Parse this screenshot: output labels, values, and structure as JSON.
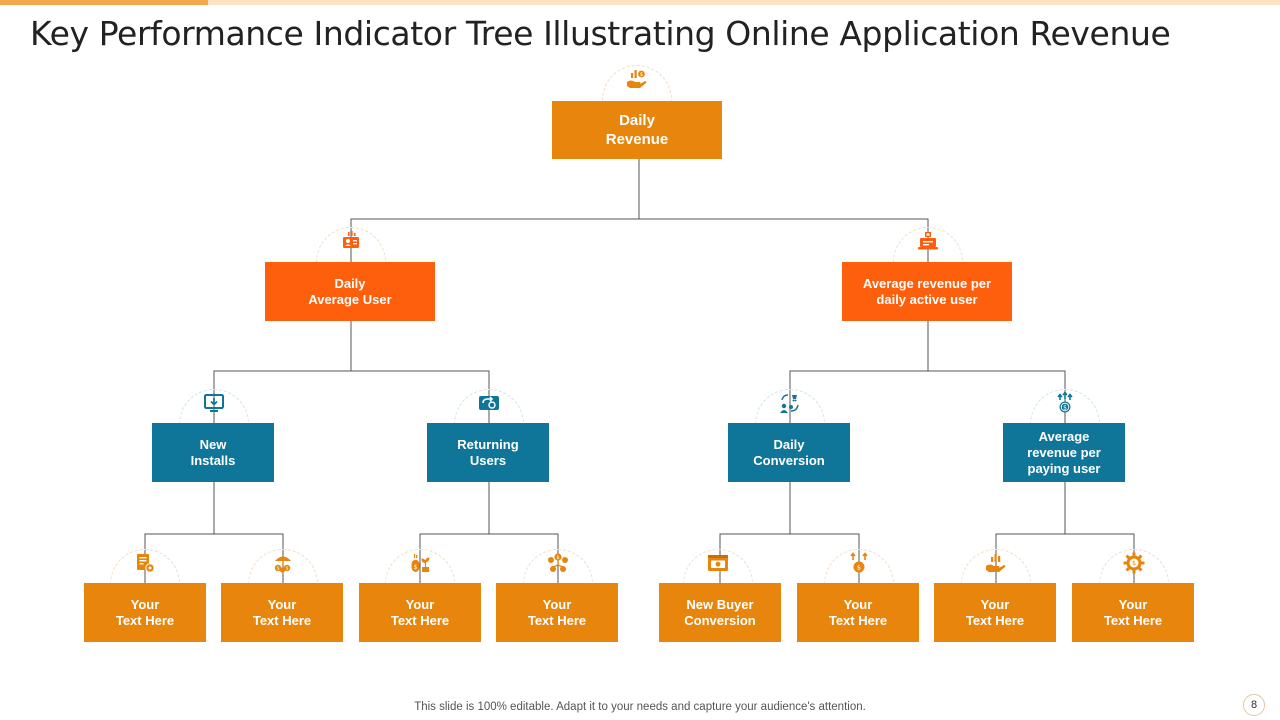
{
  "title": "Key Performance Indicator Tree Illustrating Online Application Revenue",
  "colors": {
    "orange": "#e8850c",
    "red_orange": "#fd5f0c",
    "teal": "#0f7699",
    "connector": "#555555"
  },
  "tree": {
    "root": {
      "label": "Daily\nRevenue",
      "icon": "revenue-hand-icon"
    },
    "level1": [
      {
        "label": "Daily\nAverage User",
        "icon": "user-analytics-icon"
      },
      {
        "label": "Average revenue per\ndaily active user",
        "icon": "laptop-revenue-icon"
      }
    ],
    "level2": [
      {
        "label": "New\nInstalls",
        "icon": "download-monitor-icon"
      },
      {
        "label": "Returning\nUsers",
        "icon": "return-arrow-icon"
      },
      {
        "label": "Daily\nConversion",
        "icon": "user-cart-cycle-icon"
      },
      {
        "label": "Average\nrevenue per\npaying user",
        "icon": "coin-growth-icon"
      }
    ],
    "level3": [
      {
        "label": "Your\nText Here",
        "icon": "document-gear-icon"
      },
      {
        "label": "Your\nText Here",
        "icon": "umbrella-coins-icon"
      },
      {
        "label": "Your\nText Here",
        "icon": "money-bag-plant-icon"
      },
      {
        "label": "Your\nText Here",
        "icon": "dollar-network-icon"
      },
      {
        "label": "New Buyer\nConversion",
        "icon": "browser-money-icon"
      },
      {
        "label": "Your\nText Here",
        "icon": "coin-arrows-icon"
      },
      {
        "label": "Your\nText Here",
        "icon": "hand-chart-icon"
      },
      {
        "label": "Your\nText Here",
        "icon": "gear-money-icon"
      }
    ]
  },
  "footer": "This slide is 100% editable. Adapt it to your needs and capture your audience's attention.",
  "page_number": "8"
}
